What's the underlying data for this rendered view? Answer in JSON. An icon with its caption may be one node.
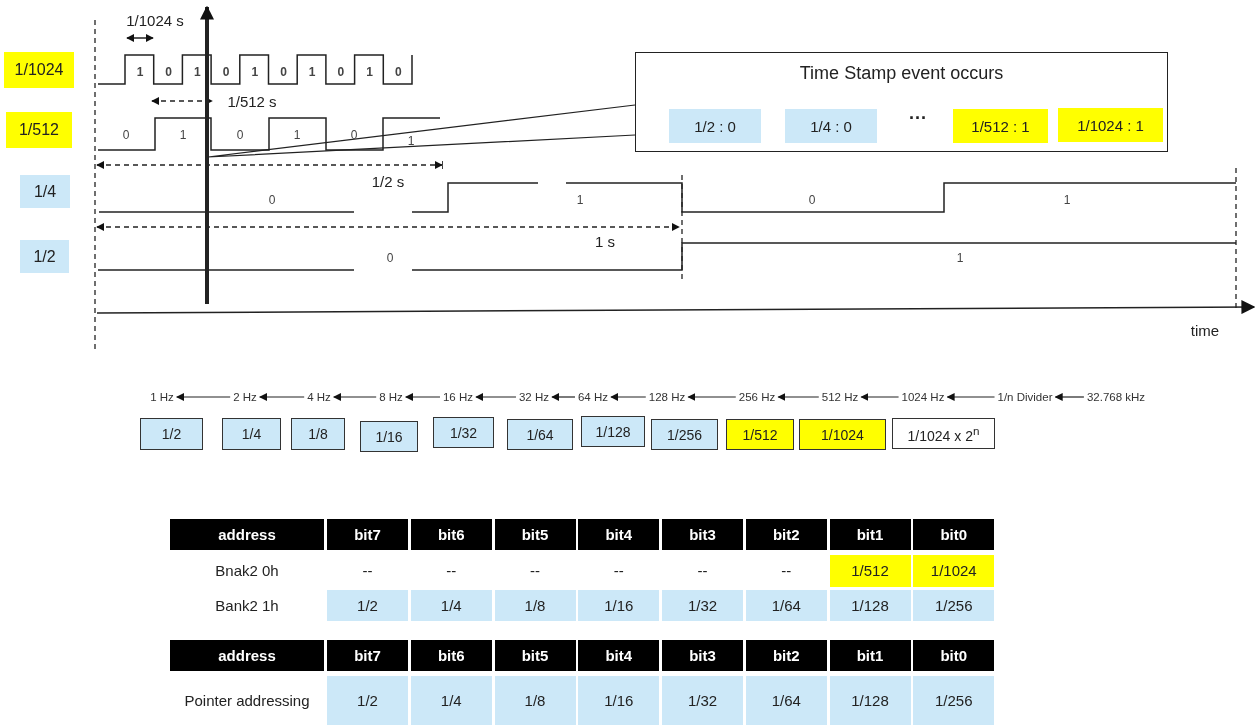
{
  "diagram": {
    "nodes": [
      {
        "text": [
          "1/1024"
        ]
      },
      {
        "text": [
          "1/512"
        ]
      },
      {
        "text": [
          "1/4"
        ]
      },
      {
        "text": [
          "1/2"
        ]
      },
      {
        "text": [
          "Time Stamp event occurs"
        ]
      },
      {
        "text": [
          "1/2 : 0"
        ],
        "in": 4
      },
      {
        "text": [
          "1/4 : 0"
        ],
        "in": 4
      },
      {
        "text": [
          "1/512 : 1"
        ],
        "in": 4
      },
      {
        "text": [
          "1/1024 : 1"
        ],
        "in": 4
      },
      {
        "text": [
          "1 Hz"
        ]
      },
      {
        "text": [
          "2 Hz"
        ]
      },
      {
        "text": [
          "4 Hz"
        ]
      },
      {
        "text": [
          "8 Hz"
        ]
      },
      {
        "text": [
          "16 Hz"
        ]
      },
      {
        "text": [
          "32 Hz"
        ]
      },
      {
        "text": [
          "64 Hz"
        ]
      },
      {
        "text": [
          "128 Hz"
        ]
      },
      {
        "text": [
          "256 Hz"
        ]
      },
      {
        "text": [
          "512 Hz"
        ]
      },
      {
        "text": [
          "1024 Hz"
        ]
      },
      {
        "text": [
          "1/n Divider"
        ]
      },
      {
        "text": [
          "32.768 kHz"
        ]
      },
      {
        "text": [
          "1/2"
        ]
      },
      {
        "text": [
          "1/4"
        ]
      },
      {
        "text": [
          "1/8"
        ]
      },
      {
        "text": [
          "1/16"
        ]
      },
      {
        "text": [
          "1/32"
        ]
      },
      {
        "text": [
          "1/64"
        ]
      },
      {
        "text": [
          "1/128"
        ]
      },
      {
        "text": [
          "1/256"
        ]
      },
      {
        "text": [
          "1/512"
        ]
      },
      {
        "text": [
          "1/1024"
        ]
      },
      {
        "text": [
          "1/1024 x 2$^{n}$"
        ]
      }
    ],
    "edges": [
      {
        "from": 10,
        "to": 9,
        "arrow": "to"
      },
      {
        "from": 11,
        "to": 10,
        "arrow": "to"
      },
      {
        "from": 12,
        "to": 11,
        "arrow": "to"
      },
      {
        "from": 13,
        "to": 12,
        "arrow": "to"
      },
      {
        "from": 14,
        "to": 13,
        "arrow": "to"
      },
      {
        "from": 15,
        "to": 14,
        "arrow": "to"
      },
      {
        "from": 16,
        "to": 15,
        "arrow": "to"
      },
      {
        "from": 17,
        "to": 16,
        "arrow": "to"
      },
      {
        "from": 18,
        "to": 17,
        "arrow": "to"
      },
      {
        "from": 19,
        "to": 18,
        "arrow": "to"
      },
      {
        "from": 20,
        "to": 19,
        "arrow": "to"
      },
      {
        "from": 21,
        "to": 20,
        "arrow": "to"
      },
      {
        "from": 4,
        "to": null,
        "arrow": "none"
      }
    ],
    "labels": [
      "1/1024 s",
      "1",
      "0",
      "1",
      "0",
      "1",
      "0",
      "1",
      "0",
      "1",
      "0",
      "1/512 s",
      "0",
      "1",
      "0",
      "1",
      "0",
      "1",
      "1/2 s",
      "0",
      "1",
      "0",
      "1",
      "1 s",
      "0",
      "1",
      "time",
      "address",
      "bit7",
      "bit6",
      "bit5",
      "bit4",
      "bit3",
      "bit2",
      "bit1",
      "bit0",
      "Bnak2 0h",
      "--",
      "--",
      "--",
      "--",
      "--",
      "--",
      "1/512",
      "1/1024",
      "Bank2 1h",
      "1/2",
      "1/4",
      "1/8",
      "1/16",
      "1/32",
      "1/64",
      "1/128",
      "1/256",
      "address",
      "bit7",
      "bit6",
      "bit5",
      "bit4",
      "bit3",
      "bit2",
      "bit1",
      "bit0",
      "Pointer addressing",
      "1/2",
      "1/4",
      "1/8",
      "1/16",
      "1/32",
      "1/64",
      "1/128",
      "1/256",
      "···"
    ]
  }
}
